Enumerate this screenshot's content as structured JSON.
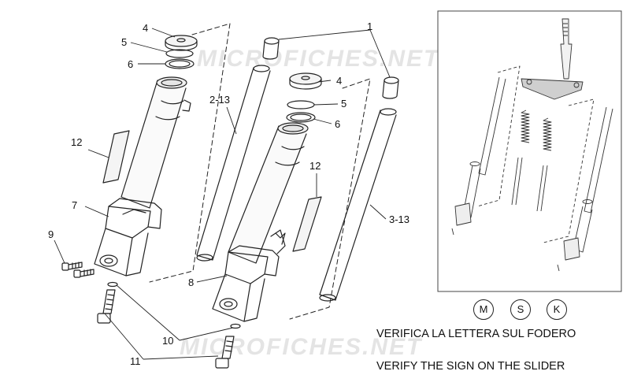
{
  "watermark": "MICROFICHES.NET",
  "callouts": {
    "c1": "1",
    "c2_13": "2-13",
    "c3_13": "3-13",
    "c4_left": "4",
    "c4_right": "4",
    "c5_left": "5",
    "c5_right": "5",
    "c6_left": "6",
    "c6_right": "6",
    "c7": "7",
    "c8": "8",
    "c9": "9",
    "c10": "10",
    "c11": "11",
    "c12_left": "12",
    "c12_right": "12"
  },
  "letters": [
    "M",
    "S",
    "K"
  ],
  "captions": {
    "italian": "VERIFICA LA LETTERA SUL FODERO",
    "english": "VERIFY THE SIGN ON THE SLIDER"
  }
}
